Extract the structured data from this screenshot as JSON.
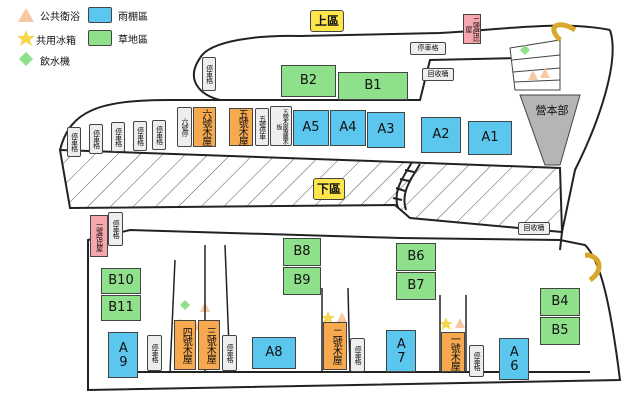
{
  "legend": {
    "restroom": "公共衛浴",
    "fridge": "共用冰箱",
    "water": "飲水機",
    "shelter": "雨棚區",
    "grass": "草地區"
  },
  "zones": {
    "upper": "上區",
    "lower": "下區"
  },
  "camp_office": "營本部",
  "shelter_units": [
    "A1",
    "A2",
    "A3",
    "A4",
    "A5",
    "A6",
    "A7",
    "A8",
    "A9"
  ],
  "grass_units": [
    "B1",
    "B2",
    "B4",
    "B5",
    "B6",
    "B7",
    "B8",
    "B9",
    "B10",
    "B11"
  ],
  "cabins": {
    "one": "一號木屋",
    "two": "二號木屋",
    "three": "三號木屋",
    "four": "四號木屋",
    "five": "五號木屋",
    "six": "六號木屋"
  },
  "small_labels": {
    "parking": "停車格",
    "recycle": "回收桶",
    "five_parking": "五號停車",
    "five_exclusive_parking": "五號木屋專屬木板",
    "six_parking": "六號停",
    "mahjong_one": "一號哈比屋",
    "mahjong_two": "二號哈比屋"
  },
  "colors": {
    "shelter": "#5bc6ee",
    "grass": "#8fe08a",
    "cabin": "#f6a94e",
    "zone": "#fde64b",
    "gray": "#eeeeee",
    "pink": "#f6a6ad"
  }
}
